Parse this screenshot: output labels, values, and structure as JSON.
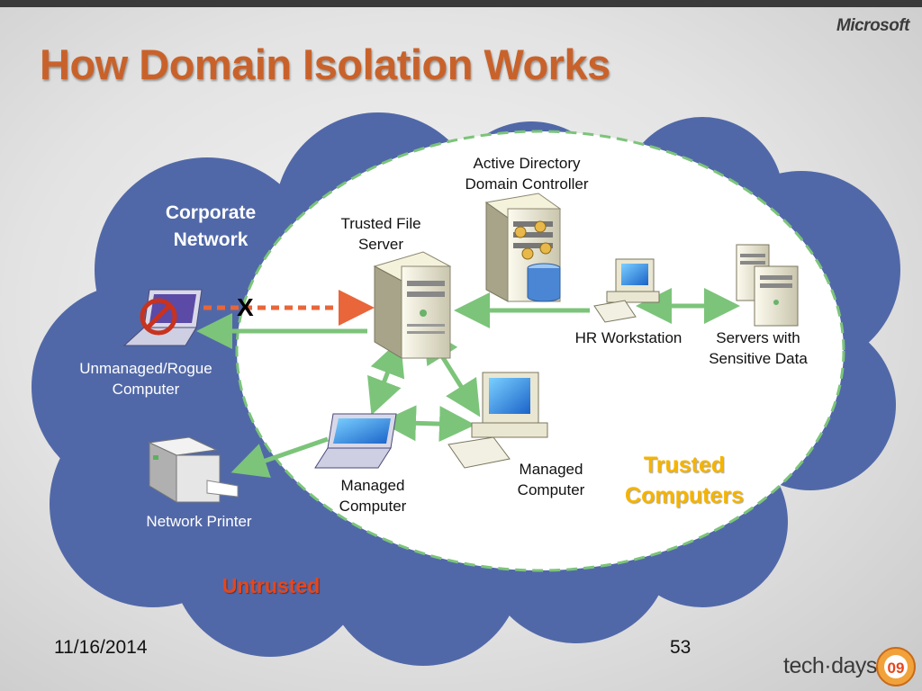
{
  "header": {
    "brand": "Microsoft",
    "title": "How Domain Isolation Works"
  },
  "diagram": {
    "corporate_network": "Corporate\nNetwork",
    "trusted_label": "Trusted\nComputers",
    "untrusted_label": "Untrusted",
    "blocked_mark": "X",
    "nodes": {
      "domain_controller": "Active Directory\nDomain Controller",
      "file_server": "Trusted File\nServer",
      "hr_workstation": "HR Workstation",
      "sensitive_servers": "Servers with\nSensitive Data",
      "rogue_computer": "Unmanaged/Rogue\nComputer",
      "network_printer": "Network Printer",
      "managed_laptop": "Managed\nComputer",
      "managed_desktop": "Managed\nComputer"
    },
    "colors": {
      "cloud": "#5168a8",
      "trusted_arrow": "#7cc47a",
      "blocked_arrow": "#e8663a",
      "trusted_text": "#f5b400",
      "untrusted_text": "#e8461a",
      "title": "#c9622a"
    }
  },
  "footer": {
    "date": "11/16/2014",
    "page": "53",
    "event": "tech·days",
    "event_year": "09"
  }
}
